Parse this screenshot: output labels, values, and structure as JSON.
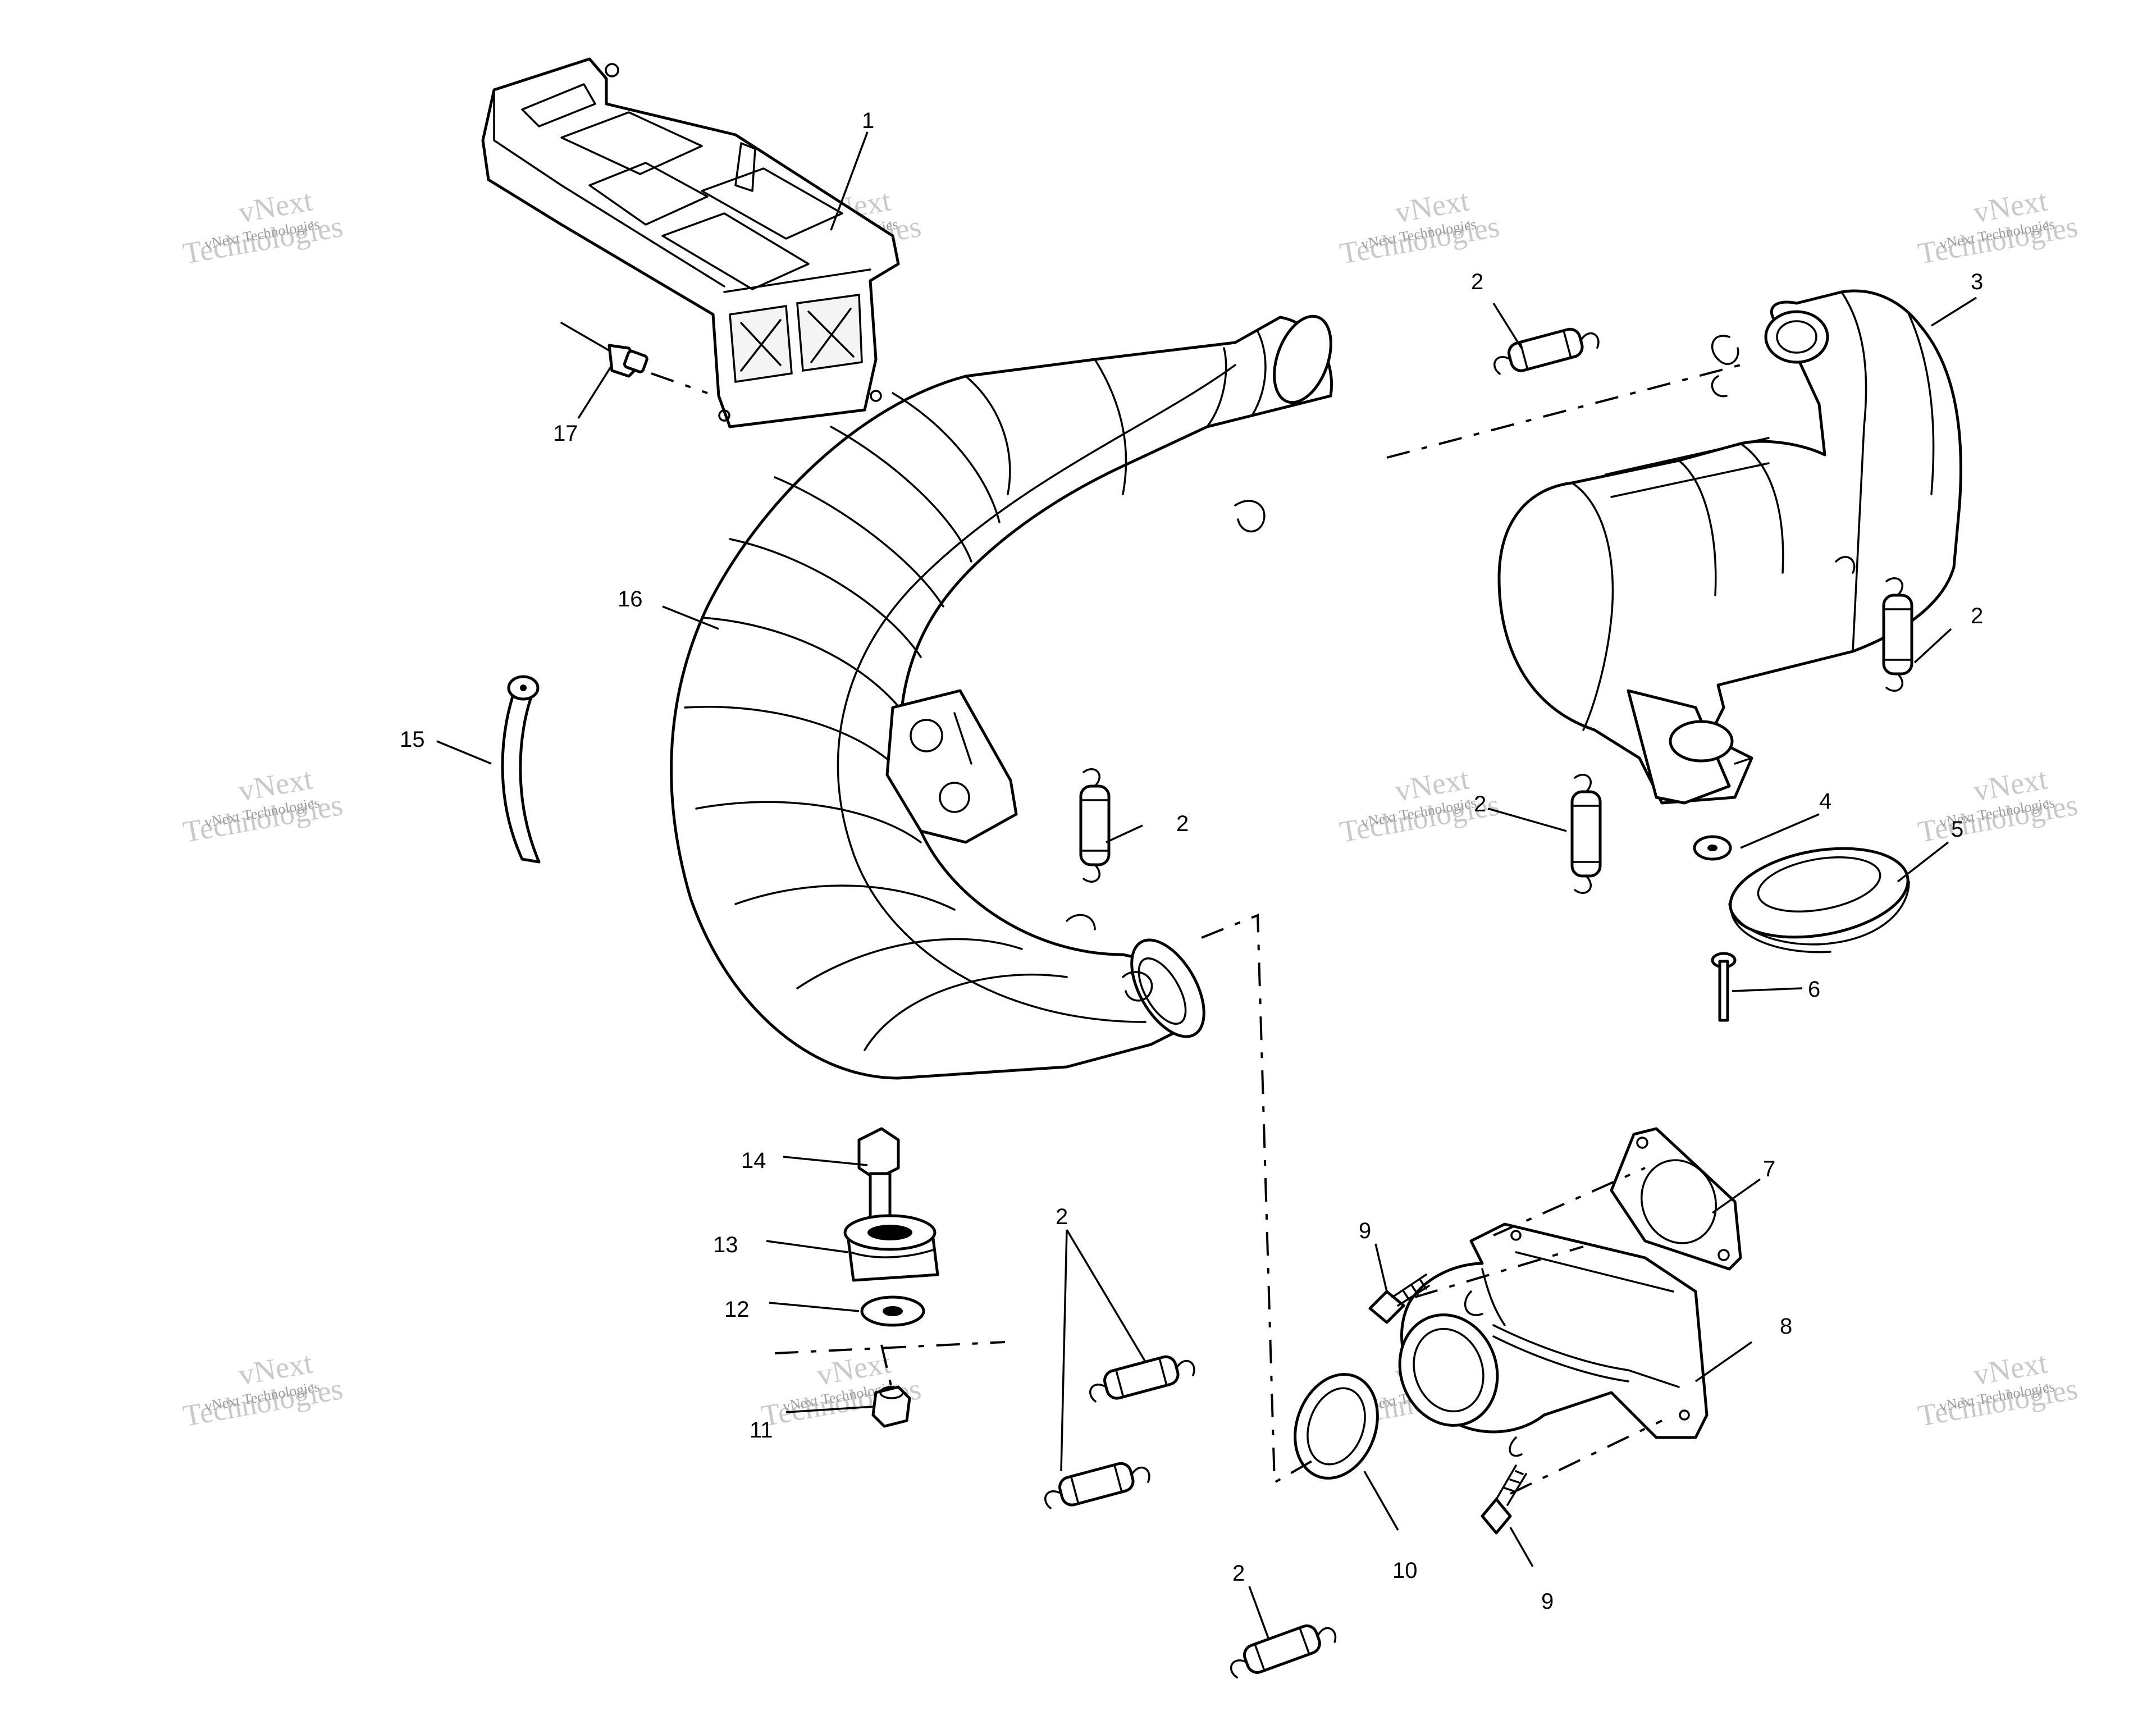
{
  "watermark": {
    "line1": "vNext",
    "line2": "vNext Technologies",
    "line3": "Technologies"
  },
  "callouts": {
    "c1": "1",
    "c2a": "2",
    "c2b": "2",
    "c2c": "2",
    "c2d": "2",
    "c2e": "2",
    "c2f": "2",
    "c3": "3",
    "c4": "4",
    "c5": "5",
    "c6": "6",
    "c7": "7",
    "c8": "8",
    "c9a": "9",
    "c9b": "9",
    "c10": "10",
    "c11": "11",
    "c12": "12",
    "c13": "13",
    "c14": "14",
    "c15": "15",
    "c16": "16",
    "c17": "17"
  },
  "colors": {
    "ink": "#000000",
    "watermark": "#9a9a9a",
    "background": "#ffffff"
  }
}
